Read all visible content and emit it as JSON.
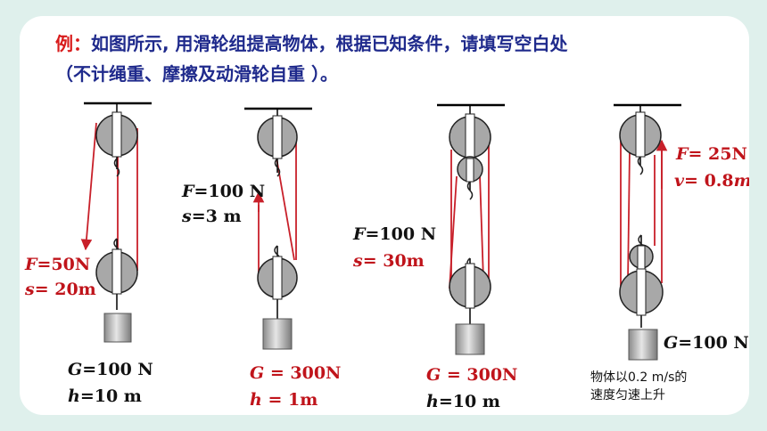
{
  "title": {
    "lead": "例：",
    "line1": "如图所示, 用滑轮组提高物体，根据已知条件，请填写空白处",
    "line2": "（不计绳重、摩擦及动滑轮自重 ）。"
  },
  "colors": {
    "rope": "#c8202a",
    "pulley": "#a8a8a8",
    "title": "#1f2a8c",
    "accent": "#d81b1b"
  },
  "figures": [
    {
      "F_value": "=50N",
      "s_value": "= 20m",
      "G_value": "=100 N",
      "h_value": "=10 m"
    },
    {
      "F_value": "=100 N",
      "s_value": "=3 m",
      "G_value": " = 300N",
      "h_value": " =  1m"
    },
    {
      "F_value": "=100 N",
      "s_value": "=  30m",
      "G_value": " = 300N",
      "h_value": "=10 m"
    },
    {
      "F_value": "=  25N",
      "v_value": "=  0.8",
      "v_unit": "m/s",
      "G_value": "=100 N",
      "note_line1": "物体以0.2 m/s的",
      "note_line2": "速度匀速上升"
    }
  ]
}
